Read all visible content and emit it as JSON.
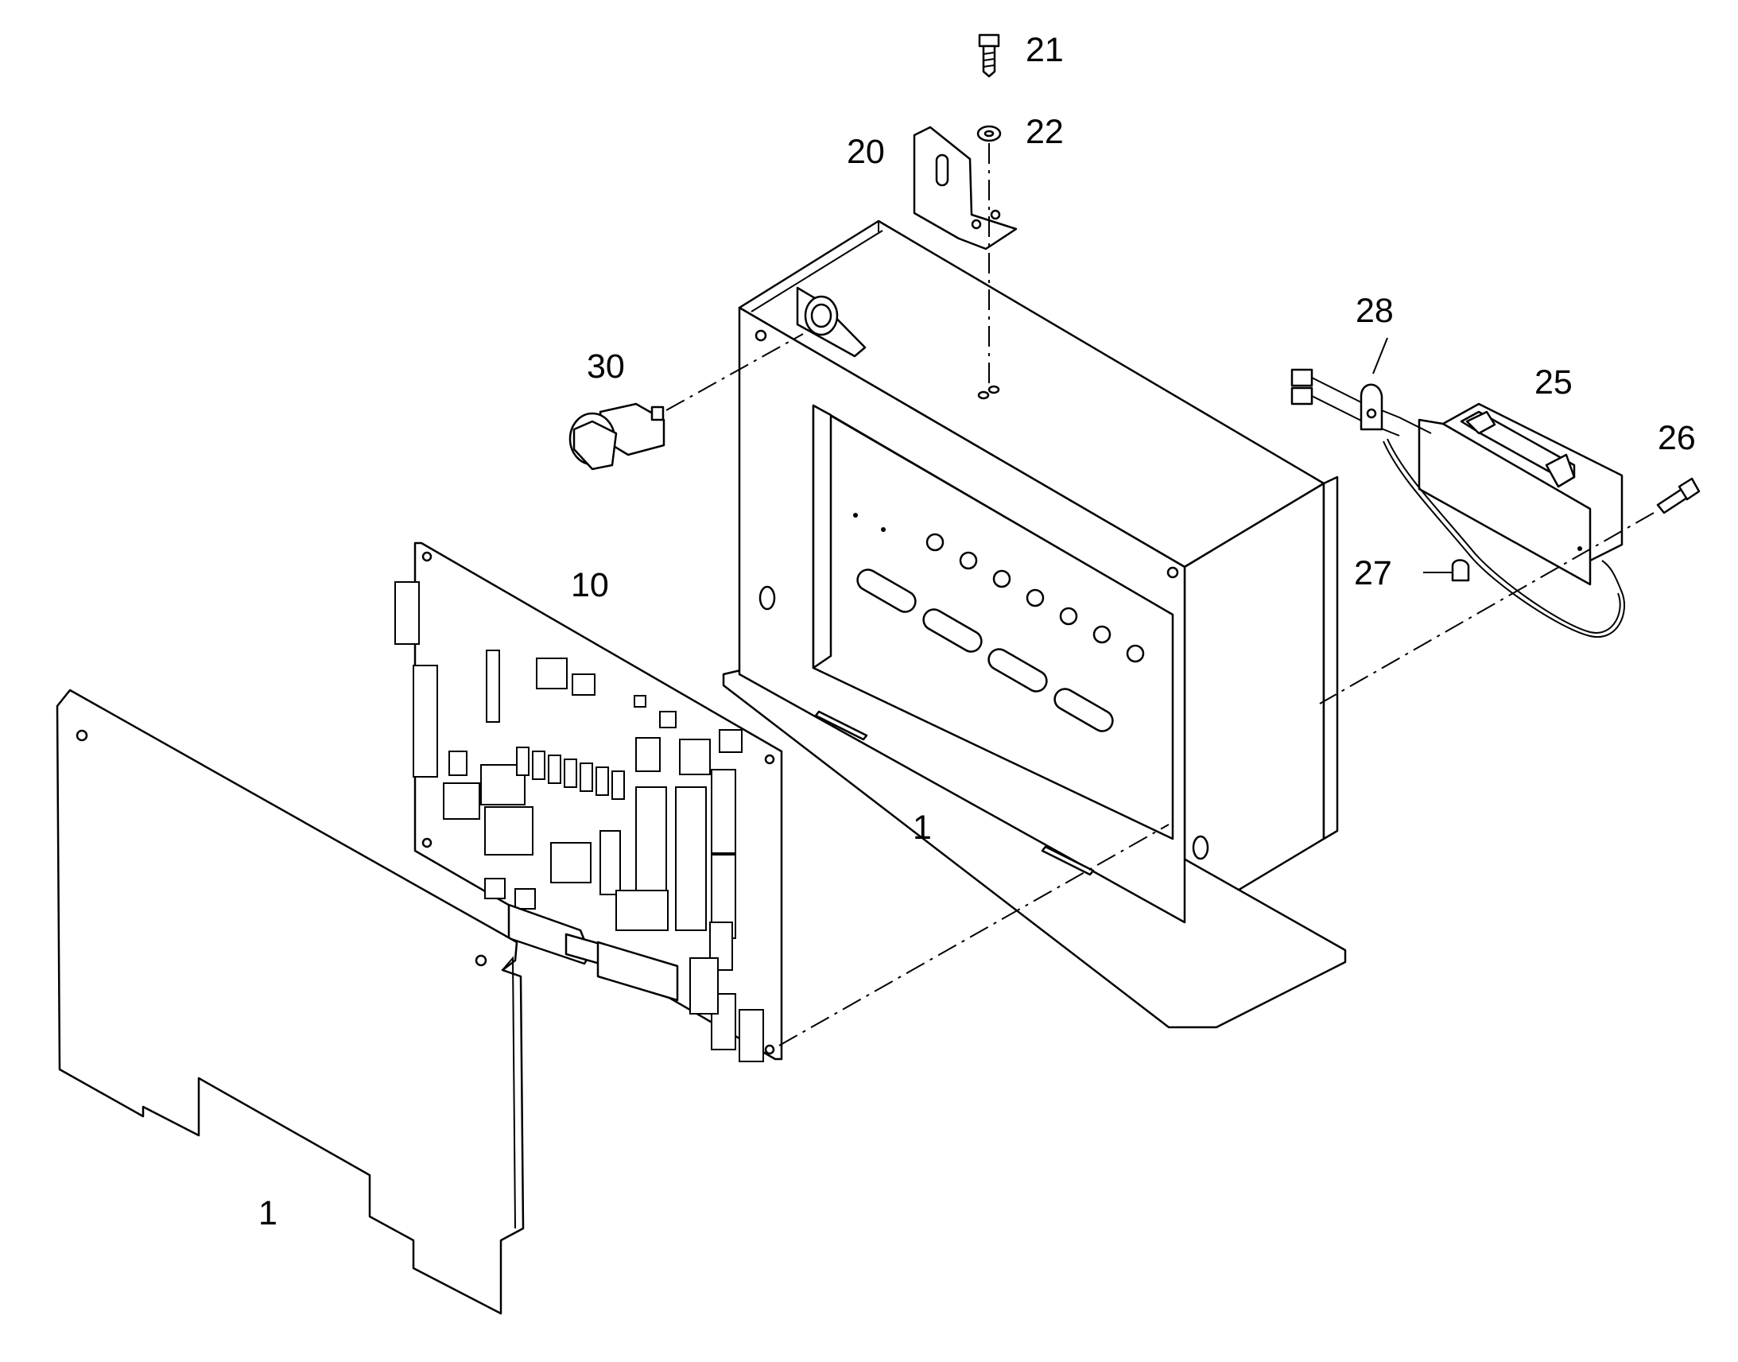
{
  "callouts": {
    "c21": "21",
    "c22": "22",
    "c20": "20",
    "c30": "30",
    "c28": "28",
    "c25": "25",
    "c26": "26",
    "c27": "27",
    "c10": "10",
    "c1_box": "1",
    "c1_cover": "1"
  }
}
